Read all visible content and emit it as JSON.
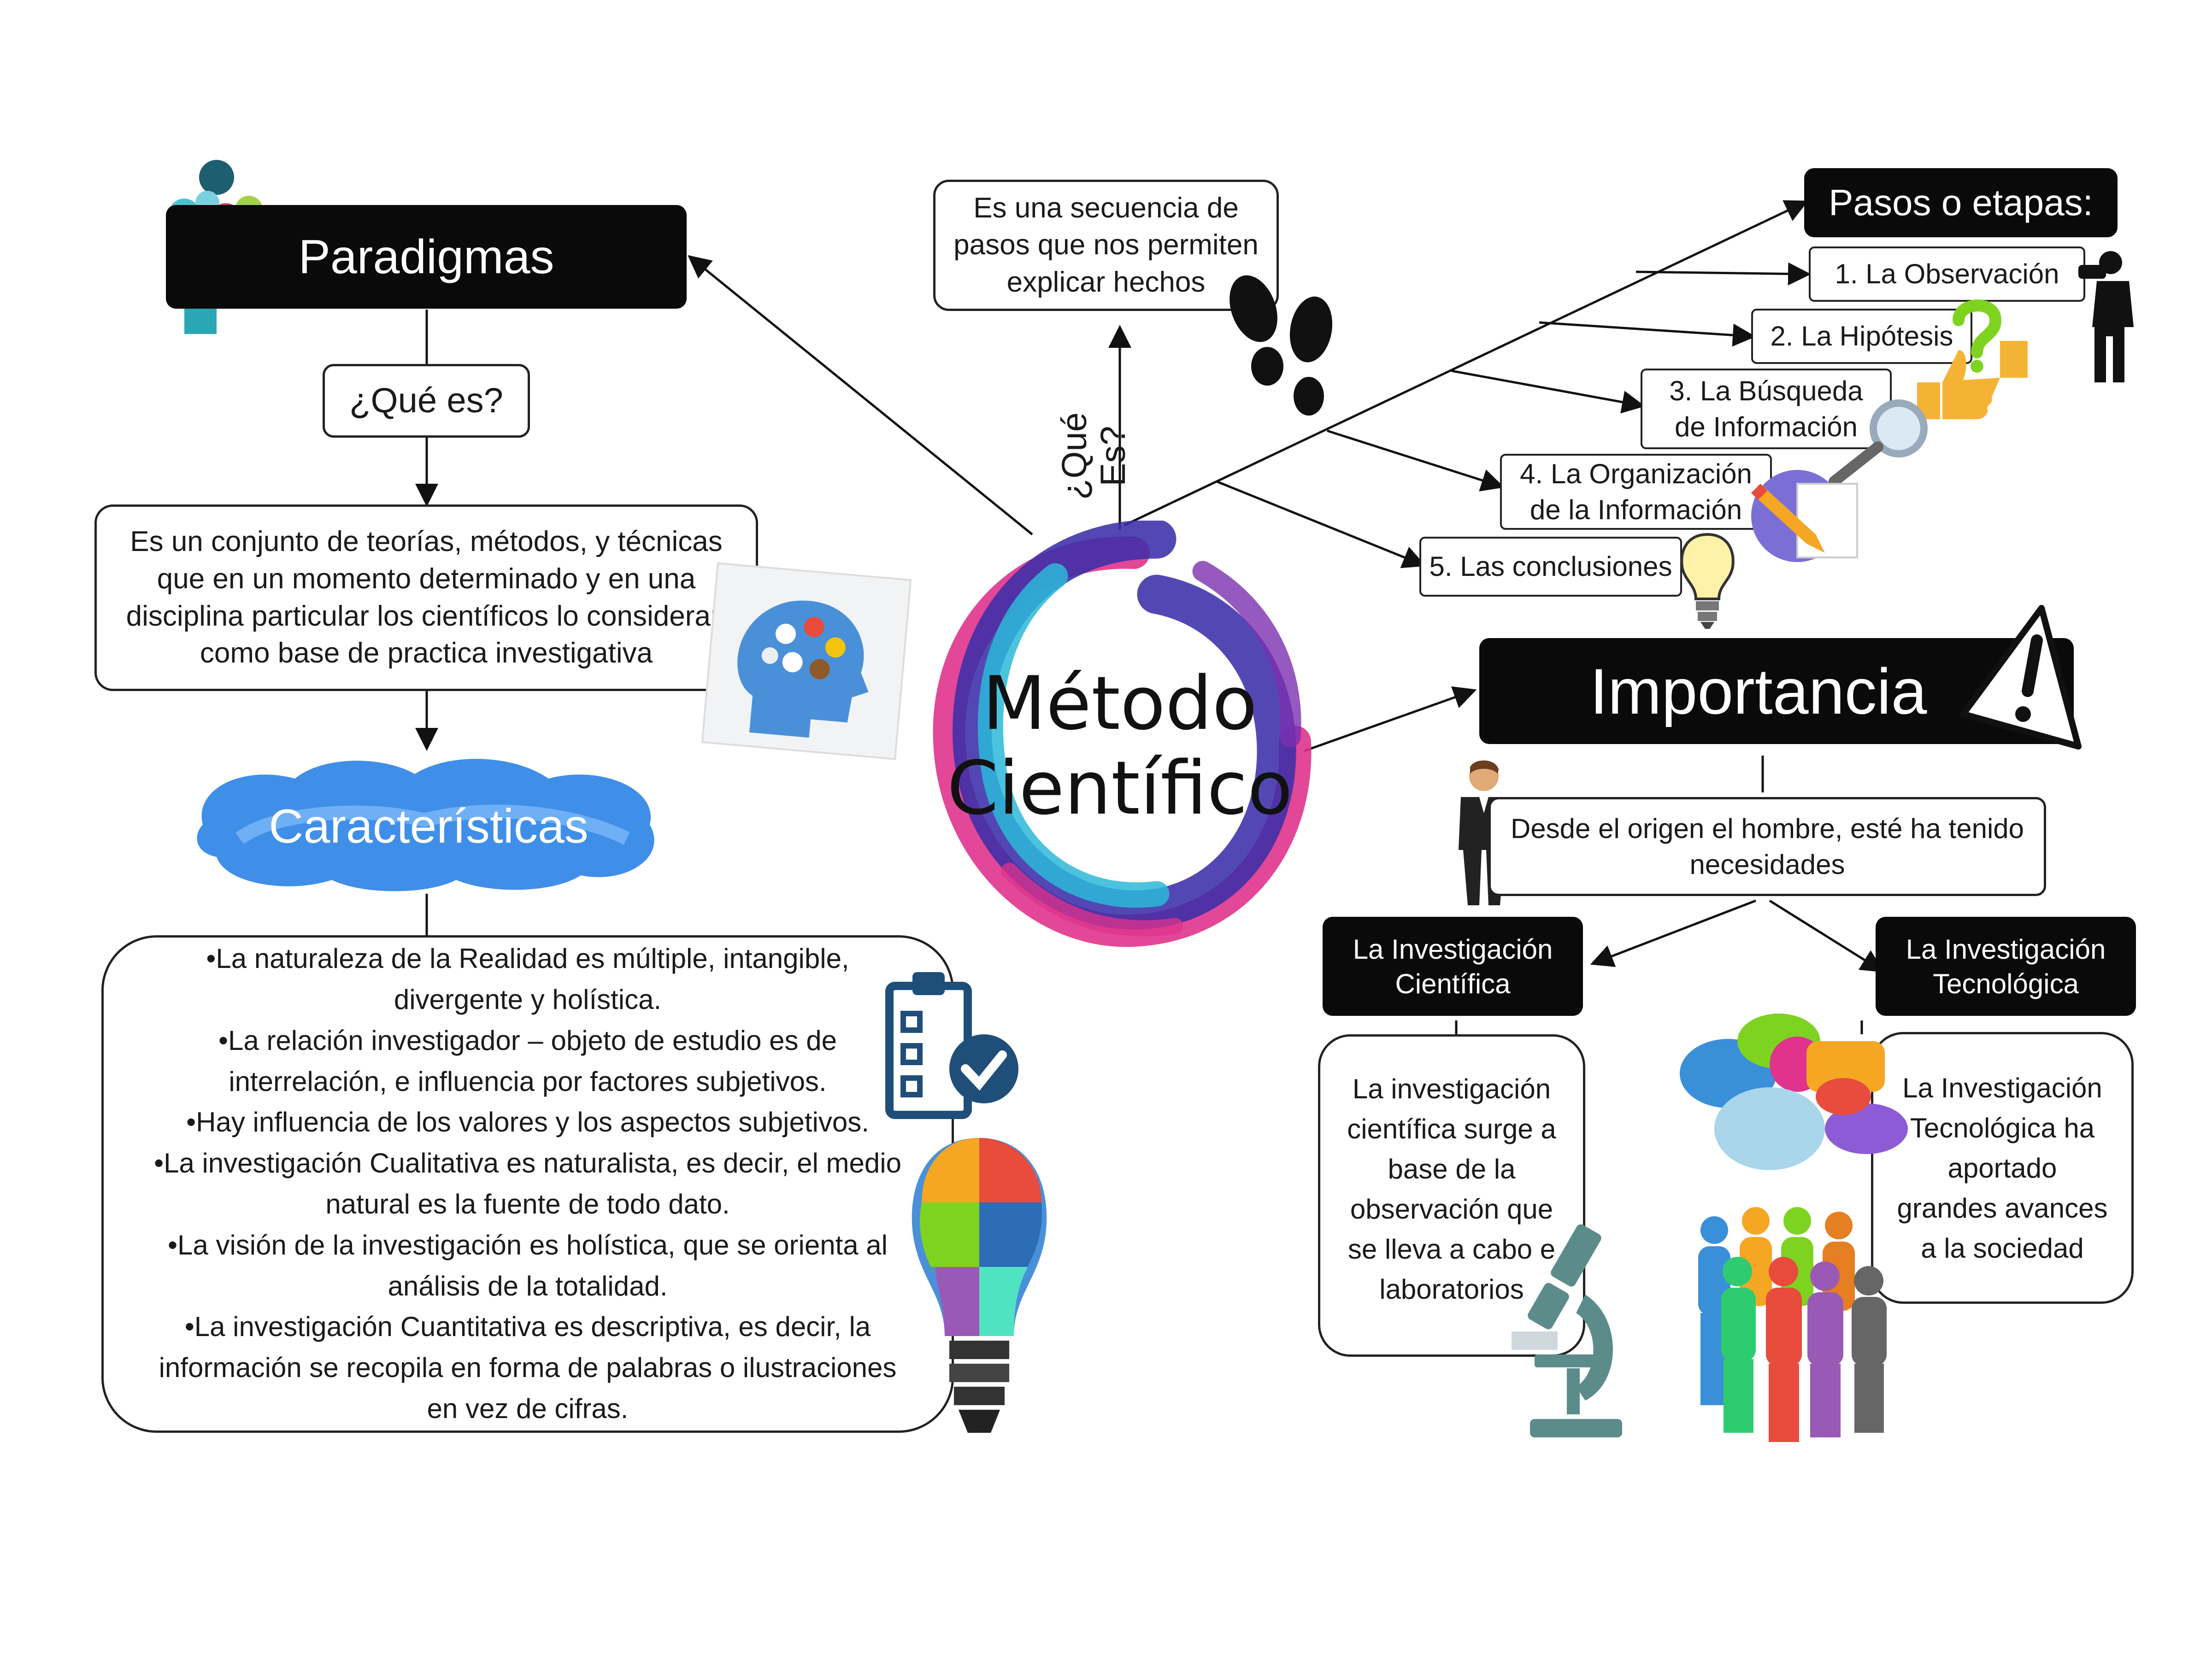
{
  "center": {
    "line1": "Método",
    "line2": "Científico"
  },
  "que_es_label": {
    "line1": "¿Qué",
    "line2": "Es?"
  },
  "definition": [
    "Es una secuencia de",
    "pasos que nos permiten",
    "explicar hechos"
  ],
  "paradigmas": {
    "title": "Paradigmas",
    "question": "¿Qué es?",
    "definition": [
      "Es un conjunto de teorías, métodos, y técnicas",
      "que en un momento determinado y en una",
      "disciplina particular los científicos lo consideran",
      "como base de practica investigativa"
    ]
  },
  "caracteristicas": {
    "title": "Características",
    "lines": [
      "•La naturaleza de la Realidad es múltiple, intangible,",
      "divergente y holística.",
      "•La relación investigador – objeto de estudio es de",
      "interrelación, e influencia por factores subjetivos.",
      "•Hay influencia de los valores y los aspectos subjetivos.",
      "•La investigación Cualitativa es naturalista, es decir, el medio",
      "natural es la fuente de todo dato.",
      "•La visión de la investigación es holística, que se orienta al",
      "análisis de la totalidad.",
      "•La investigación Cuantitativa es descriptiva, es decir, la",
      "información se recopila en forma de palabras o ilustraciones",
      "en vez de cifras."
    ]
  },
  "pasos": {
    "title": "Pasos o etapas:",
    "steps": [
      {
        "lines": [
          "1. La Observación"
        ]
      },
      {
        "lines": [
          "2. La Hipótesis"
        ]
      },
      {
        "lines": [
          "3. La Búsqueda",
          "de Información"
        ]
      },
      {
        "lines": [
          "4. La Organización",
          "de la Información"
        ]
      },
      {
        "lines": [
          "5. Las conclusiones"
        ]
      }
    ]
  },
  "importancia": {
    "title": "Importancia",
    "description": [
      "Desde el origen el hombre, esté ha tenido",
      "necesidades"
    ],
    "cientifica": {
      "title": [
        "La Investigación",
        "Científica"
      ],
      "text": [
        "La investigación",
        "científica surge a",
        "base de la",
        "observación que",
        "se lleva a cabo e",
        "laboratorios"
      ]
    },
    "tecnologica": {
      "title": [
        "La Investigación",
        "Tecnológica"
      ],
      "text": [
        "La Investigación",
        "Tecnológica ha",
        "aportado",
        "grandes avances",
        "a la sociedad"
      ]
    }
  },
  "colors": {
    "swirl_magenta": "#e0338c",
    "swirl_blue": "#3b2fa8",
    "swirl_cyan": "#2bb8d9",
    "caracteristicas_cloud": "#3f8fe8",
    "box_black": "#0a0a0a"
  },
  "icons": [
    "head-icons-graphic",
    "footprints-icon",
    "binoculars-person-icon",
    "question-mark-icon",
    "thumbs-icon",
    "magnifier-icon",
    "pencil-note-icon",
    "lightbulb-icon",
    "warning-icon",
    "businessman-icon",
    "brain-head-icon",
    "clipboard-check-icon",
    "puzzle-bulb-icon",
    "microscope-icon",
    "speech-bubbles-icon",
    "people-group-icon"
  ]
}
